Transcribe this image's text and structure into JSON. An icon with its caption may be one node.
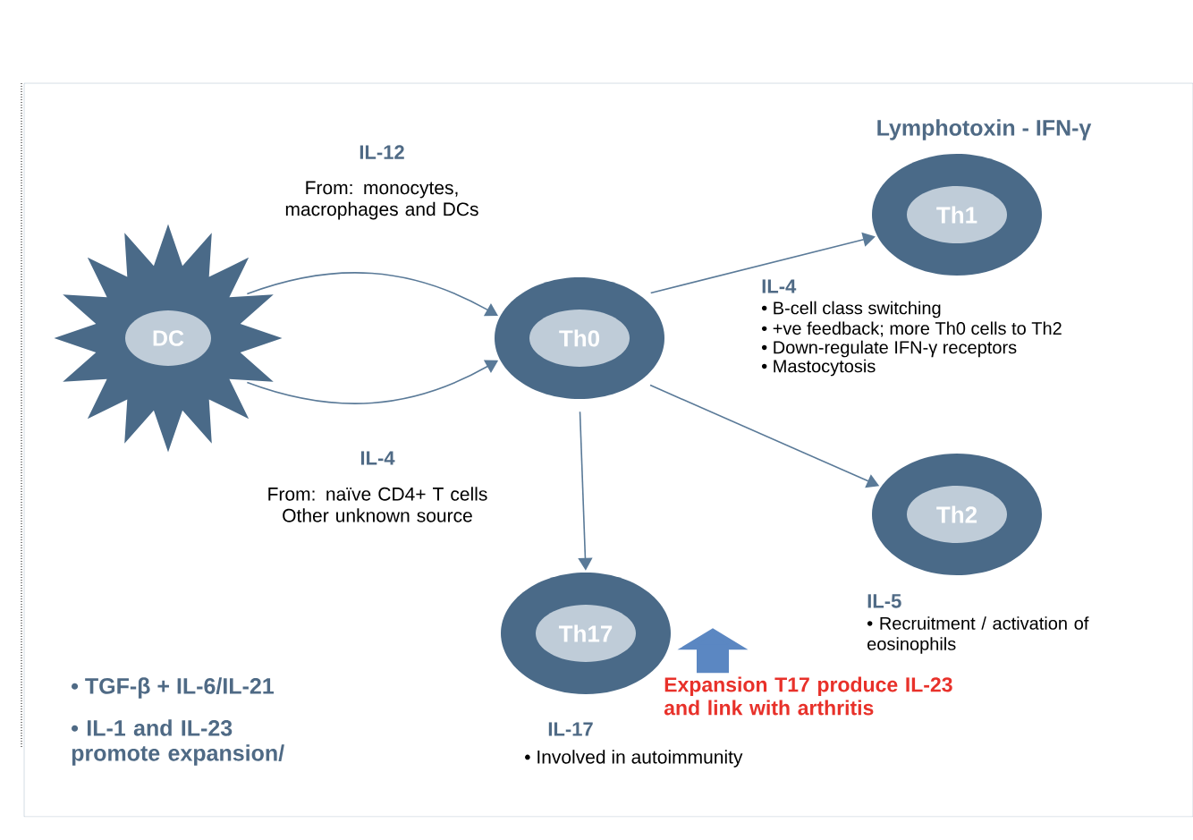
{
  "diagram": {
    "nodes": [
      {
        "text": [
          "DC"
        ]
      },
      {
        "text": [
          "Th0"
        ]
      },
      {
        "text": [
          "Th1"
        ],
        "beside": [
          "Lymphotoxin - IFN-γ"
        ]
      },
      {
        "text": [
          "Th2"
        ]
      },
      {
        "text": [
          "Th17"
        ]
      },
      {
        "text": [
          "Expansion T17 produce IL-23 and link with arthritis"
        ]
      }
    ],
    "edges": [
      {
        "from": 0,
        "to": 1,
        "arrow": "to"
      },
      {
        "from": 0,
        "to": 1,
        "arrow": "to"
      },
      {
        "from": 1,
        "to": 2,
        "arrow": "to"
      },
      {
        "from": 1,
        "to": 3,
        "arrow": "to"
      },
      {
        "from": 1,
        "to": 4,
        "arrow": "to"
      },
      {
        "from": 5,
        "to": null,
        "arrow": "to",
        "style": "thick",
        "color": "#5b87c2"
      }
    ],
    "labels": [
      "IL-12",
      "From: monocytes, macrophages and DCs",
      "IL-4",
      "• B-cell class switching",
      "• +ve feedback; more Th0 cells to Th2",
      "• Down-regulate IFN-γ receptors",
      "• Mastocytosis",
      "IL-4",
      "From: naïve CD4+ T cells Other unknown source",
      "IL-5",
      "• Recruitment / activation of eosinophils",
      "• TGF-β + IL-6/IL-21",
      "• IL-1 and IL-23 promote expansion/",
      "IL-17",
      "• Involved in autoimmunity"
    ]
  }
}
